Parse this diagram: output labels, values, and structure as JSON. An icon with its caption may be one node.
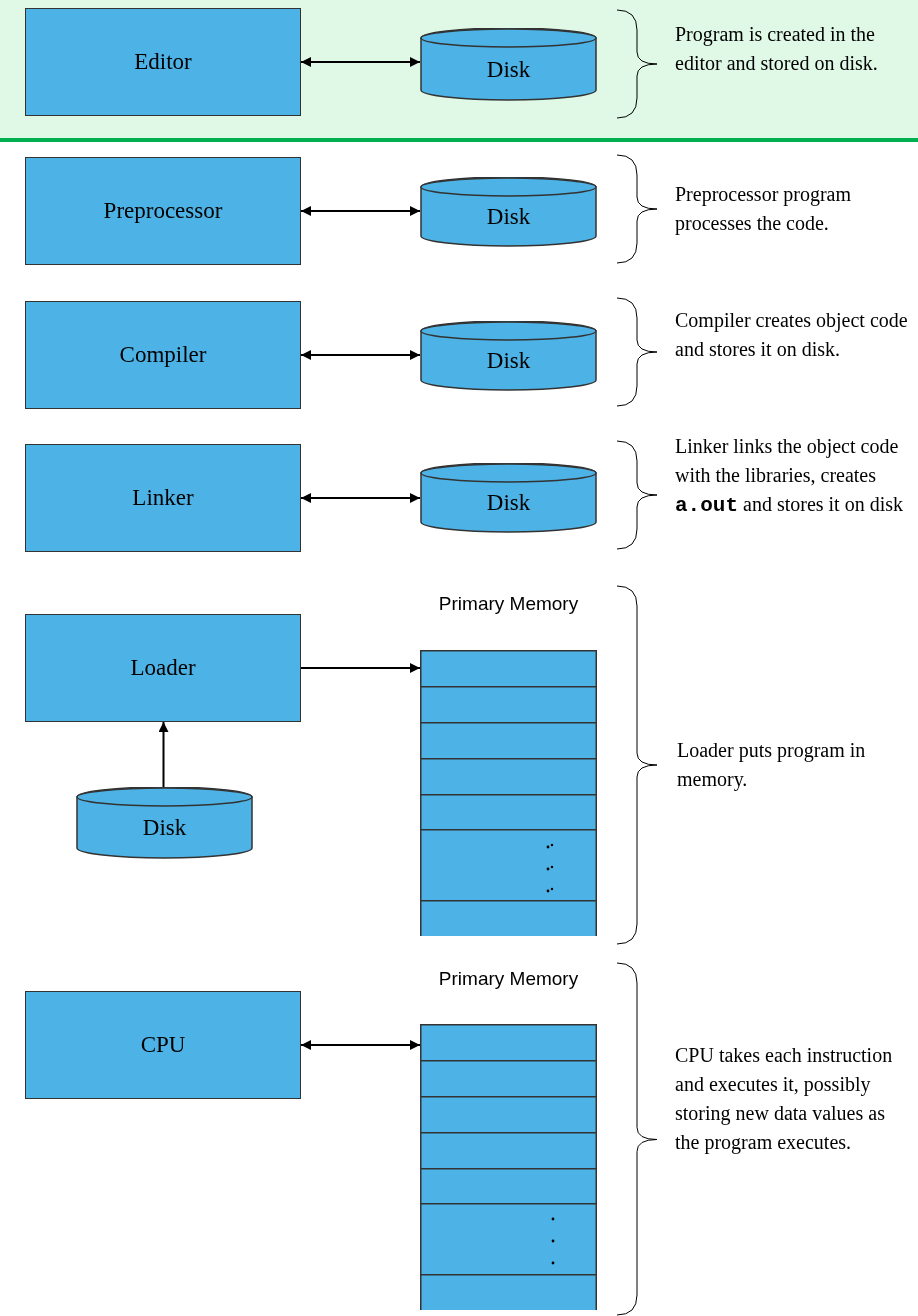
{
  "diagram": {
    "nodes": [
      {
        "text": [
          "Editor"
        ]
      },
      {
        "text": [
          "Disk"
        ]
      },
      {
        "text": [
          "Preprocessor"
        ]
      },
      {
        "text": [
          "Disk"
        ]
      },
      {
        "text": [
          "Compiler"
        ]
      },
      {
        "text": [
          "Disk"
        ]
      },
      {
        "text": [
          "Linker"
        ]
      },
      {
        "text": [
          "Disk"
        ]
      },
      {
        "text": [
          "Loader"
        ]
      },
      {
        "text": [
          "Primary Memory"
        ]
      },
      {
        "text": [
          "Disk"
        ]
      },
      {
        "text": [
          "CPU"
        ]
      },
      {
        "text": [
          "Primary Memory"
        ]
      }
    ],
    "edges": [
      {
        "from": 0,
        "to": 1,
        "arrow": "both"
      },
      {
        "from": 2,
        "to": 3,
        "arrow": "both"
      },
      {
        "from": 4,
        "to": 5,
        "arrow": "both"
      },
      {
        "from": 6,
        "to": 7,
        "arrow": "both"
      },
      {
        "from": 8,
        "to": 9,
        "arrow": "to"
      },
      {
        "from": 10,
        "to": 8,
        "arrow": "to"
      },
      {
        "from": 11,
        "to": 12,
        "arrow": "both"
      }
    ],
    "labels": [
      "Program is created in the editor and stored on disk.",
      "Preprocessor program processes the code.",
      "Compiler creates object code and stores it on disk.",
      "Linker links the object code with the libraries, creates **a.out** and stores it on disk",
      "Loader puts program in memory.",
      "CPU takes each instruction and executes it, possibly storing new data values as the program executes."
    ]
  }
}
